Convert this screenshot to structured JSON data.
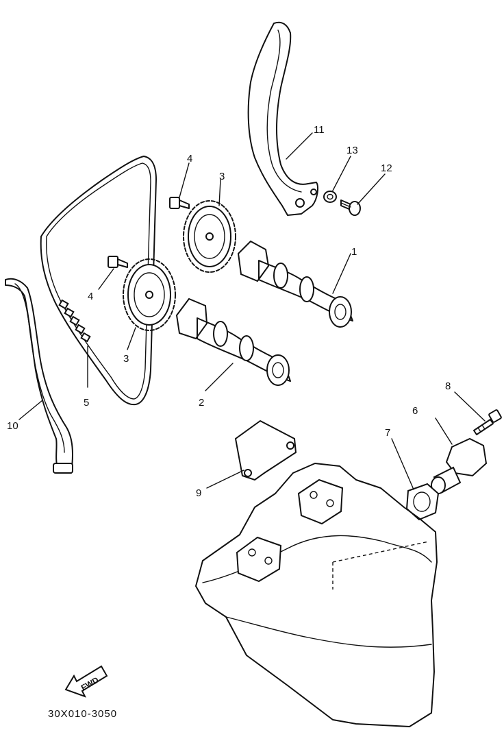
{
  "diagram": {
    "code": "30X010-3050",
    "direction_marker": "FWD",
    "callouts": [
      {
        "part": "camshaft-exhaust",
        "number": "1"
      },
      {
        "part": "camshaft-intake",
        "number": "2"
      },
      {
        "part": "sprocket-upper",
        "number": "3"
      },
      {
        "part": "sprocket-lower",
        "number": "3"
      },
      {
        "part": "bolt-upper",
        "number": "4"
      },
      {
        "part": "bolt-lower",
        "number": "4"
      },
      {
        "part": "cam-chain",
        "number": "5"
      },
      {
        "part": "chain-tensioner",
        "number": "6"
      },
      {
        "part": "tensioner-gasket",
        "number": "7"
      },
      {
        "part": "tensioner-bolt",
        "number": "8"
      },
      {
        "part": "chain-guide-bracket",
        "number": "9"
      },
      {
        "part": "chain-guide-intake",
        "number": "10"
      },
      {
        "part": "chain-guide-exhaust",
        "number": "11"
      },
      {
        "part": "guide-bolt",
        "number": "12"
      },
      {
        "part": "guide-washer",
        "number": "13"
      }
    ]
  }
}
